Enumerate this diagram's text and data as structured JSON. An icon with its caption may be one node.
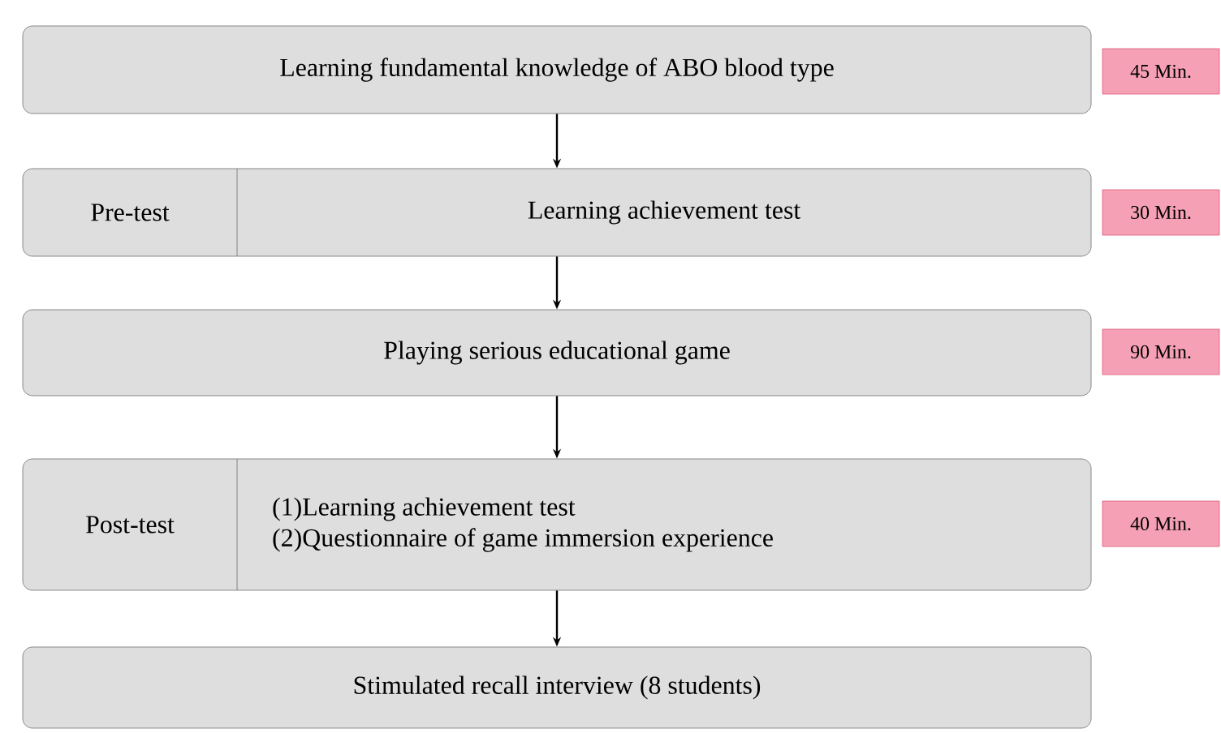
{
  "diagram": {
    "nodes": [
      {
        "text": [
          "Learning fundamental knowledge of ABO blood type"
        ]
      },
      {
        "text": [
          "45 Min."
        ]
      },
      {
        "text": [
          "Pre-test",
          "Learning achievement test"
        ]
      },
      {
        "text": [
          "30 Min."
        ]
      },
      {
        "text": [
          "Playing serious educational game"
        ]
      },
      {
        "text": [
          "90 Min."
        ]
      },
      {
        "text": [
          "Post-test",
          "(1)Learning achievement test",
          "(2)Questionnaire of game immersion experience"
        ]
      },
      {
        "text": [
          "40 Min."
        ]
      },
      {
        "text": [
          "Stimulated recall interview (8 students)"
        ]
      }
    ],
    "edges": [
      {
        "from": 0,
        "to": 2,
        "arrow": "to"
      },
      {
        "from": 2,
        "to": 4,
        "arrow": "to"
      },
      {
        "from": 4,
        "to": 6,
        "arrow": "to"
      },
      {
        "from": 6,
        "to": 8,
        "arrow": "to"
      }
    ]
  }
}
